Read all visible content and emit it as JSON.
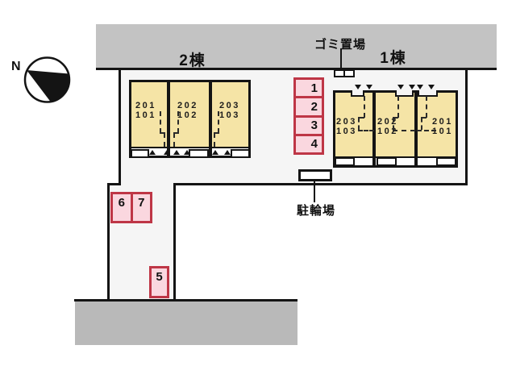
{
  "site": {
    "north_label": "N"
  },
  "buildings": {
    "building2": {
      "label": "2棟",
      "units": [
        {
          "upper": "201",
          "lower": "101"
        },
        {
          "upper": "202",
          "lower": "102"
        },
        {
          "upper": "203",
          "lower": "103"
        }
      ]
    },
    "building1": {
      "label": "1棟",
      "units": [
        {
          "upper": "203",
          "lower": "103"
        },
        {
          "upper": "202",
          "lower": "102"
        },
        {
          "upper": "201",
          "lower": "101"
        }
      ]
    }
  },
  "parking": {
    "column": [
      "1",
      "2",
      "3",
      "4"
    ],
    "pair": [
      "6",
      "7"
    ],
    "single": [
      "5"
    ]
  },
  "facilities": {
    "garbage": "ゴミ置場",
    "bicycle": "駐輪場"
  },
  "colors": {
    "road_top": "#C3C3C3",
    "road_bottom": "#B9B9B9",
    "plot": "#F5F5F5",
    "building": "#F5E4A6",
    "parking_fill": "#FAD7DF",
    "parking_border": "#BE3646",
    "line": "#141414"
  }
}
